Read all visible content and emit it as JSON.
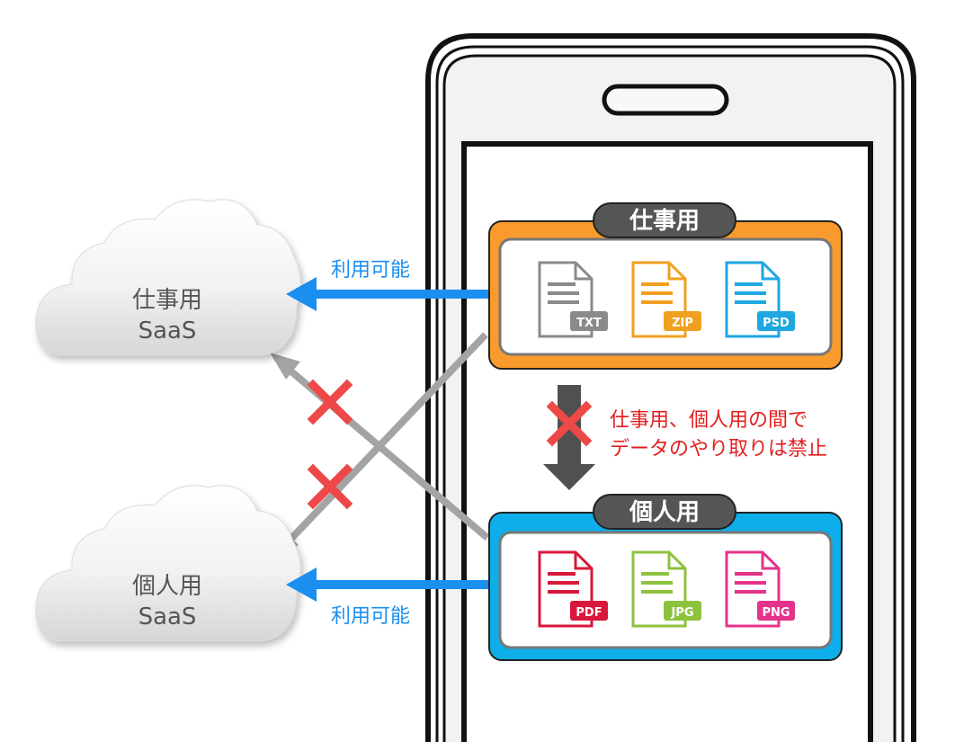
{
  "clouds": {
    "work": {
      "line1": "仕事用",
      "line2": "SaaS"
    },
    "personal": {
      "line1": "個人用",
      "line2": "SaaS"
    }
  },
  "arrows": {
    "work_label": "利用可能",
    "personal_label": "利用可能"
  },
  "phone": {
    "work_container": {
      "title": "仕事用",
      "files": [
        {
          "ext": "TXT",
          "color": "#8a8a8a"
        },
        {
          "ext": "ZIP",
          "color": "#f0a020"
        },
        {
          "ext": "PSD",
          "color": "#1ea7e1"
        }
      ]
    },
    "personal_container": {
      "title": "個人用",
      "files": [
        {
          "ext": "PDF",
          "color": "#d8173a"
        },
        {
          "ext": "JPG",
          "color": "#8dc23e"
        },
        {
          "ext": "PNG",
          "color": "#e4338a"
        }
      ]
    },
    "prohibition": {
      "line1": "仕事用、個人用の間で",
      "line2": "データのやり取りは禁止"
    }
  },
  "colors": {
    "work_accent": "#f99b2c",
    "personal_accent": "#0eaeea",
    "arrow_blue": "#1a8ff0",
    "arrow_gray": "#a4a4a4",
    "forbidden_red": "#ee4848",
    "warning_text": "#e41e1e"
  }
}
